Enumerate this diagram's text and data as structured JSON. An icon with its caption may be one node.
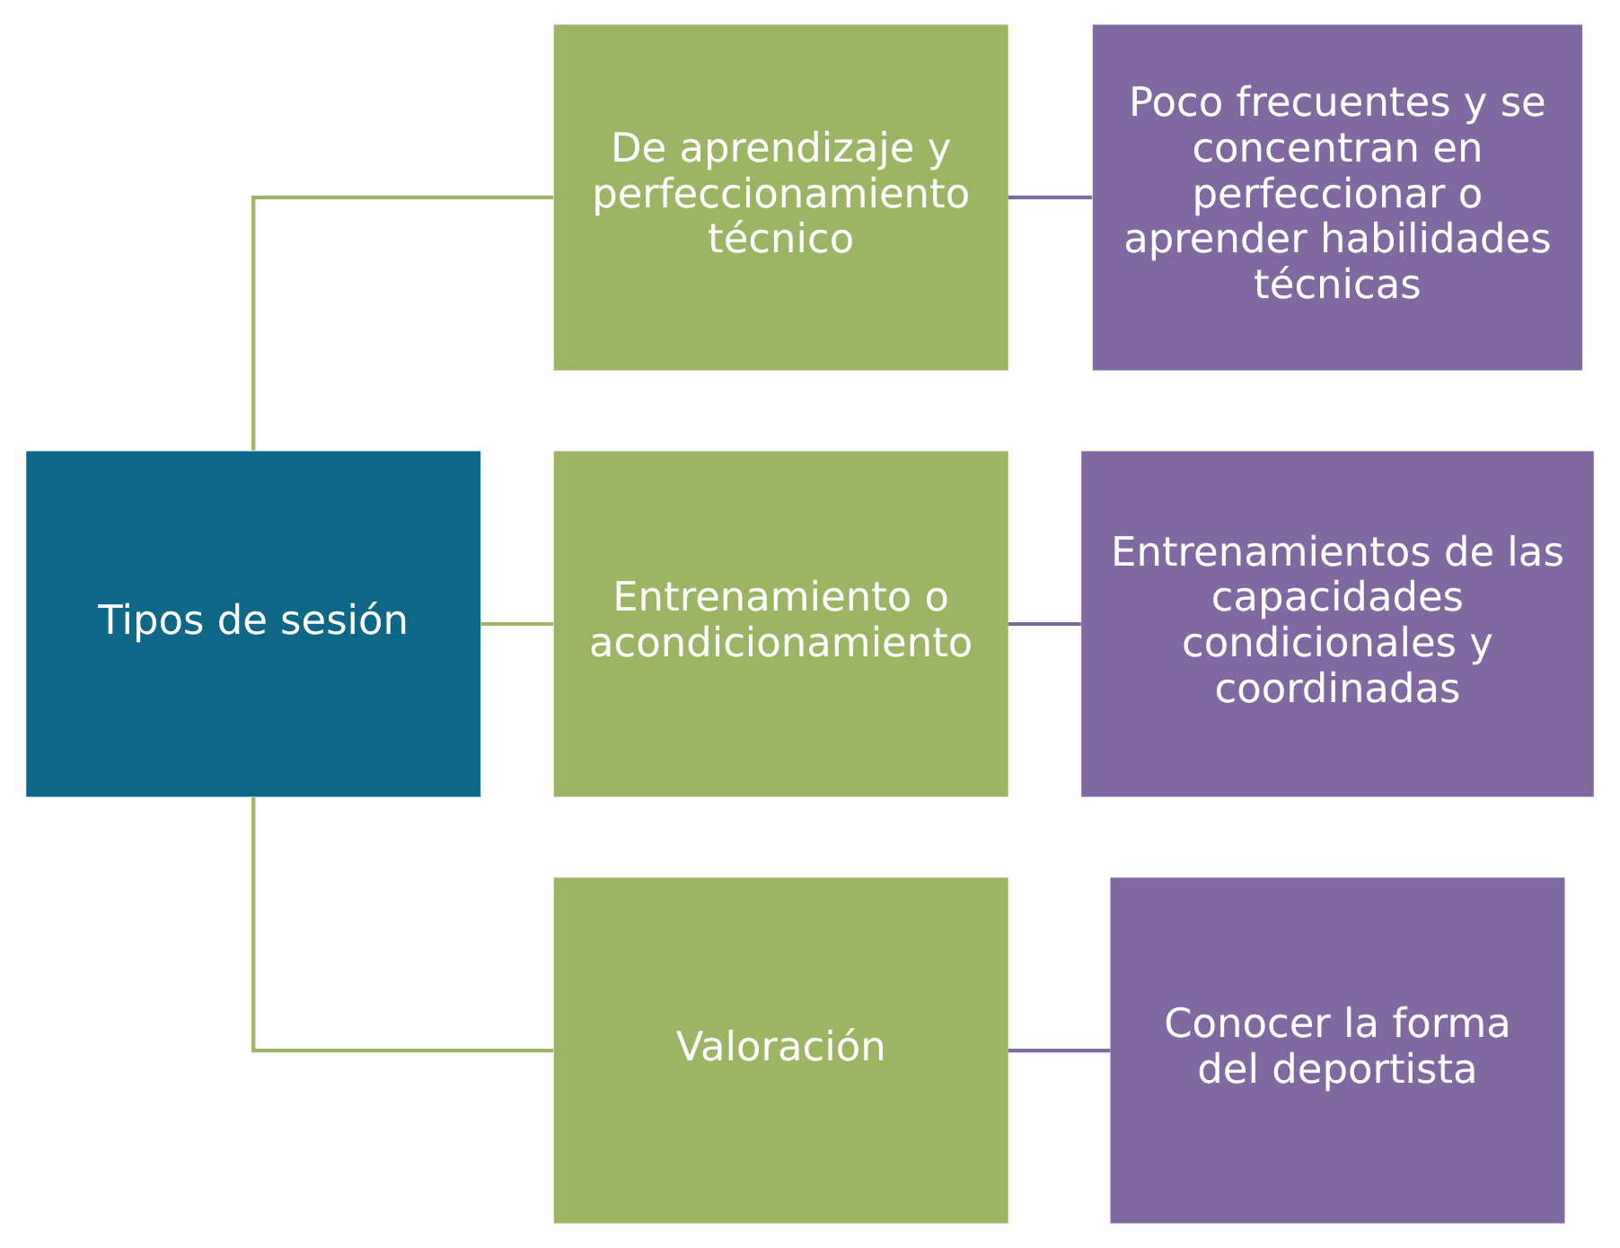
{
  "diagram": {
    "nodes": [
      {
        "text": [
          "Tipos de sesión"
        ]
      },
      {
        "text": [
          "De aprendizaje y perfeccionamiento técnico"
        ]
      },
      {
        "text": [
          "Entrenamiento o acondicionamiento"
        ]
      },
      {
        "text": [
          "Valoración"
        ]
      },
      {
        "text": [
          "Poco frecuentes y se concentran en perfeccionar o aprender habilidades técnicas"
        ]
      },
      {
        "text": [
          "Entrenamientos de las capacidades condicionales y coordinadas"
        ]
      },
      {
        "text": [
          "Conocer la forma del deportista"
        ]
      }
    ],
    "edges": [
      {
        "from": 0,
        "to": 1,
        "arrow": "none",
        "color": "#9bb564"
      },
      {
        "from": 0,
        "to": 2,
        "arrow": "none",
        "color": "#9bb564"
      },
      {
        "from": 0,
        "to": 3,
        "arrow": "none",
        "color": "#9bb564"
      },
      {
        "from": 1,
        "to": 4,
        "arrow": "none",
        "color": "#7f69a0"
      },
      {
        "from": 2,
        "to": 5,
        "arrow": "none",
        "color": "#7f69a0"
      },
      {
        "from": 3,
        "to": 6,
        "arrow": "none",
        "color": "#7f69a0"
      }
    ]
  }
}
